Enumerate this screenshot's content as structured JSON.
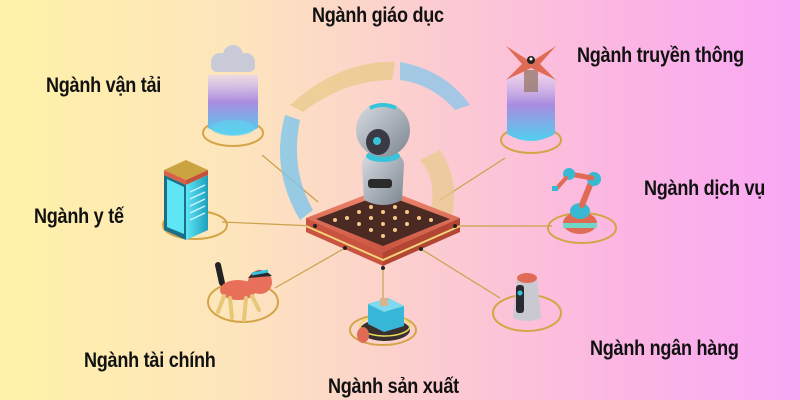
{
  "diagram": {
    "center": {
      "name": "AI robot hub",
      "icon": "robot-icon"
    },
    "sectors": [
      {
        "id": "education",
        "label": "Ngành giáo dục",
        "icon": "education-arc-icon"
      },
      {
        "id": "communication",
        "label": "Ngành truyền thông",
        "icon": "drone-icon"
      },
      {
        "id": "transport",
        "label": "Ngành vận tải",
        "icon": "cloud-icon"
      },
      {
        "id": "service",
        "label": "Ngành dịch vụ",
        "icon": "robot-arm-icon"
      },
      {
        "id": "health",
        "label": "Ngành y tế",
        "icon": "server-icon"
      },
      {
        "id": "finance",
        "label": "Ngành tài chính",
        "icon": "robot-dog-icon"
      },
      {
        "id": "banking",
        "label": "Ngành ngân hàng",
        "icon": "smart-speaker-icon"
      },
      {
        "id": "manufacturing",
        "label": "Ngành sản xuất",
        "icon": "delivery-robot-icon"
      }
    ]
  },
  "colors": {
    "bg_left": "#fff2a8",
    "bg_right": "#f9a8f5",
    "ring": "#d4a546",
    "platform": "#e3735e",
    "cyan": "#37c3d9",
    "text": "#111111"
  }
}
